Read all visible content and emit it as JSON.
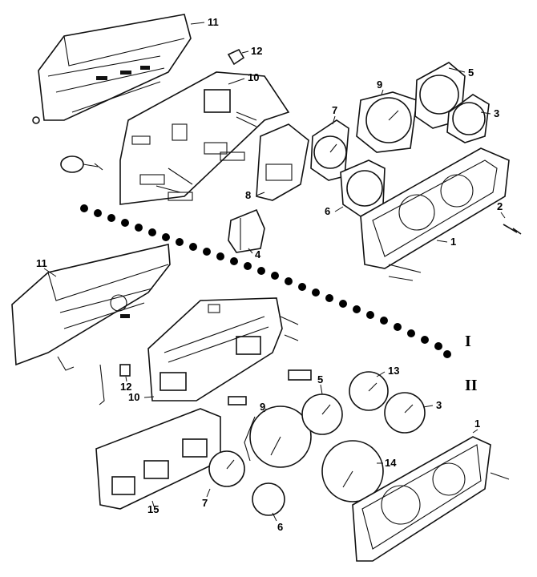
{
  "diagram": {
    "callouts_group_I": [
      "11",
      "12",
      "10",
      "9",
      "5",
      "7",
      "3",
      "8",
      "6",
      "2",
      "1",
      "4"
    ],
    "callouts_group_II": [
      "11",
      "12",
      "10",
      "13",
      "5",
      "9",
      "3",
      "1",
      "15",
      "7",
      "14",
      "6"
    ],
    "group_labels": [
      "I",
      "II"
    ]
  }
}
